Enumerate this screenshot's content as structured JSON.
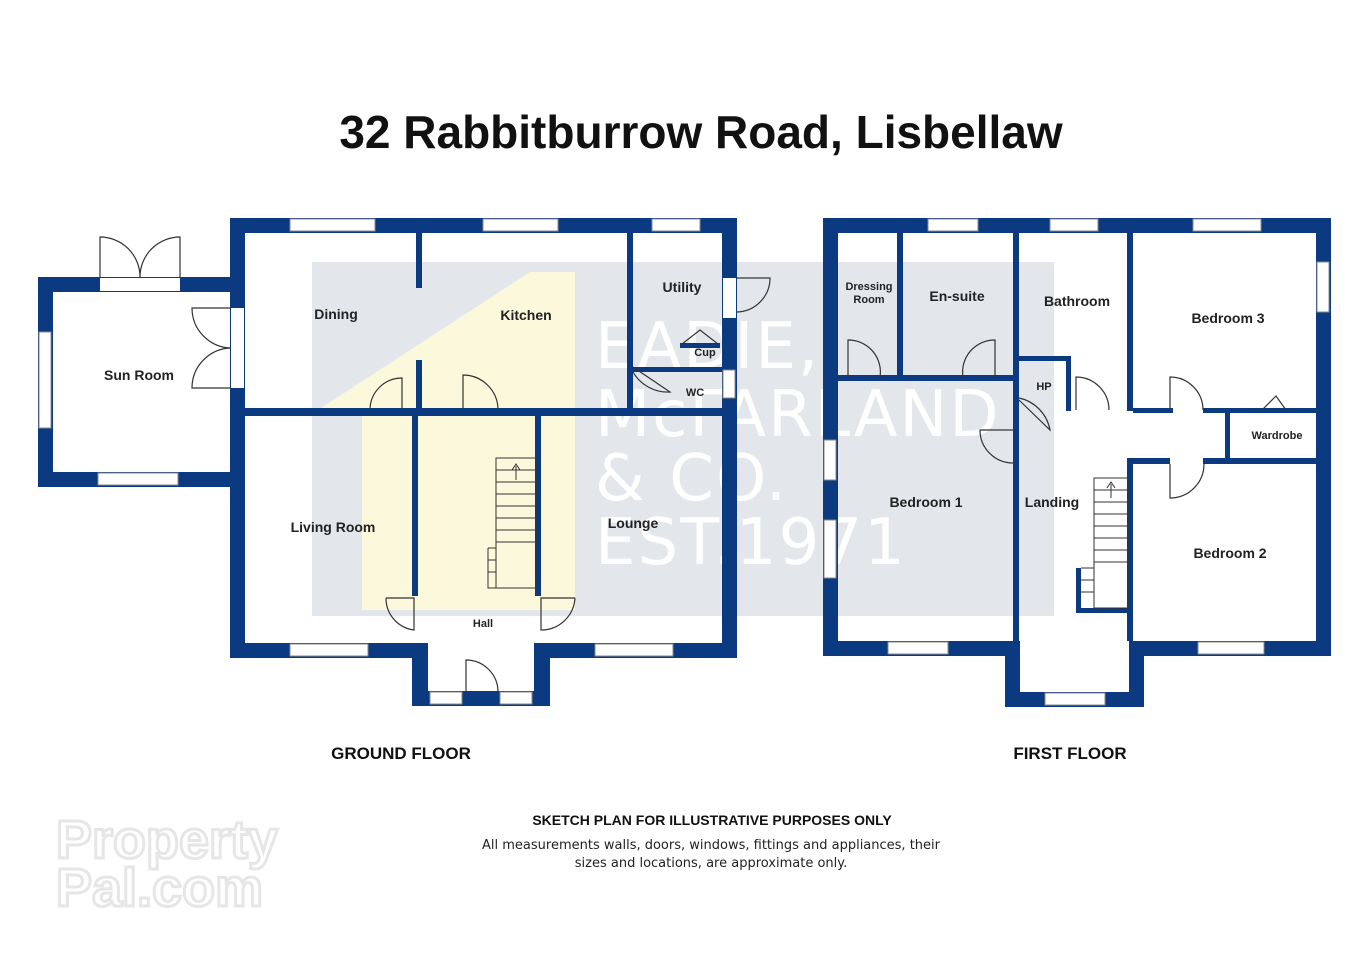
{
  "title": "32 Rabbitburrow Road, Lisbellaw",
  "floors": {
    "ground": "GROUND FLOOR",
    "first": "FIRST FLOOR"
  },
  "rooms": {
    "sun_room": "Sun Room",
    "dining": "Dining",
    "kitchen": "Kitchen",
    "utility": "Utility",
    "cup": "Cup",
    "wc": "WC",
    "living_room": "Living Room",
    "lounge": "Lounge",
    "hall": "Hall",
    "dressing_room_1": "Dressing",
    "dressing_room_2": "Room",
    "en_suite": "En-suite",
    "bathroom": "Bathroom",
    "bedroom_3": "Bedroom 3",
    "hp": "HP",
    "wardrobe": "Wardrobe",
    "bedroom_1": "Bedroom 1",
    "landing": "Landing",
    "bedroom_2": "Bedroom 2"
  },
  "watermark": {
    "line1": "EADIE,",
    "line2": "McFARLAND",
    "line3": "& CO.",
    "line4": "EST.1971"
  },
  "disclaimer": {
    "heading": "SKETCH PLAN FOR ILLUSTRATIVE PURPOSES ONLY",
    "line1": "All measurements walls, doors, windows, fittings and appliances, their",
    "line2": "sizes and locations, are approximate only."
  },
  "logo": {
    "line1": "Property",
    "line2": "Pal.com"
  },
  "colors": {
    "wall": "#0b3a80",
    "watermark_bg": "#e3e7ec",
    "stairs_highlight": "#fbf8dc"
  }
}
